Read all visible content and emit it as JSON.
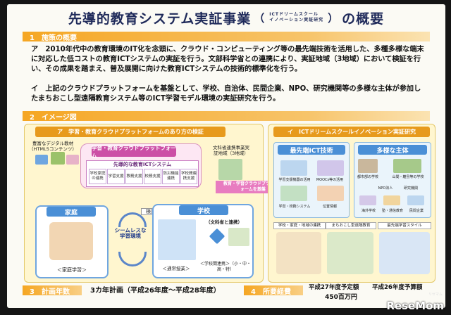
{
  "title": {
    "main": "先導的教育システム実証事業",
    "sub_line1": "ICTドリームスクール",
    "sub_line2": "イノベーション実証研究",
    "suffix": "の概要"
  },
  "sections": {
    "s1": "1　施策の概要",
    "s2": "2　イメージ図",
    "s3": "3　計画年数",
    "s4": "4　所要経費"
  },
  "overview": {
    "a": "ア　2010年代中の教育環境のIT化を念頭に、クラウド・コンピューティング等の最先端技術を活用した、多種多様な端末に対応した低コストの教育ICTシステムの実証を行う。文部科学省との連携により、実証地域（3地域）において検証を行い、その成果を踏まえ、普及展開に向けた教育ICTシステムの技術的標準化を行う。",
    "i": "イ　上記のクラウドプラットフォームを基盤として、学校、自治体、民間企業、NPO、研究機関等の多様な主体が参加したまちおこし型遠隔教育システム等のICT学習モデル環境の実証研究を行う。"
  },
  "image_left": {
    "header": "ア　学習・教育クラウドプラットフォームのあり方の検証",
    "digital_label": "豊富なデジタル教材（HTML5コンテンツ）",
    "platform_label": "学習・教育クラウドプラットフォーム",
    "mext_label": "文科省連携事業実証地域（3地域）",
    "system_label": "先導的な教育ICTシステム",
    "cells": [
      "学校家庭の連携",
      "学習支援",
      "教務支援",
      "校務支援",
      "防災機能連携",
      "学校間連携支援"
    ],
    "cloud_arrow": "教育・学習クラウドプラットフォームを基盤",
    "home": "家庭",
    "school": "学校",
    "verify": "検証",
    "seamless": "シームレスな学習環境",
    "home_learning": "＜家庭学習＞",
    "collab": "（文科省と連携）",
    "regular_class": "＜通常授業＞",
    "school_collab": "＜学校間連携＞（小・中・高・特）"
  },
  "image_right": {
    "header": "イ　ICTドリームスクールイノベーション実証研究",
    "tech_head": "最先端ICT技術",
    "actors_head": "多様な主体",
    "tech_items": [
      "学習支援機器の活用",
      "MOOCs等の活用",
      "学習・校務システム",
      "位置情報"
    ],
    "actors": [
      "都市部の学校",
      "山間・離島等の学校",
      "NPO法人",
      "研究機関",
      "海外学校",
      "塾・通信教育",
      "民間企業"
    ],
    "bottom_items": [
      "学校・家庭・地域の連携",
      "まちおこし型遠隔教育",
      "最先端学習スタイル"
    ]
  },
  "plan": {
    "text": "3カ年計画（平成26年度〜平成28年度）"
  },
  "budget": {
    "fy27_label": "平成27年度予定額",
    "fy26_label": "平成26年度予算額",
    "amount": "450百万円"
  },
  "watermark": {
    "brand": "ReseMom",
    "sub": "リセマム"
  }
}
